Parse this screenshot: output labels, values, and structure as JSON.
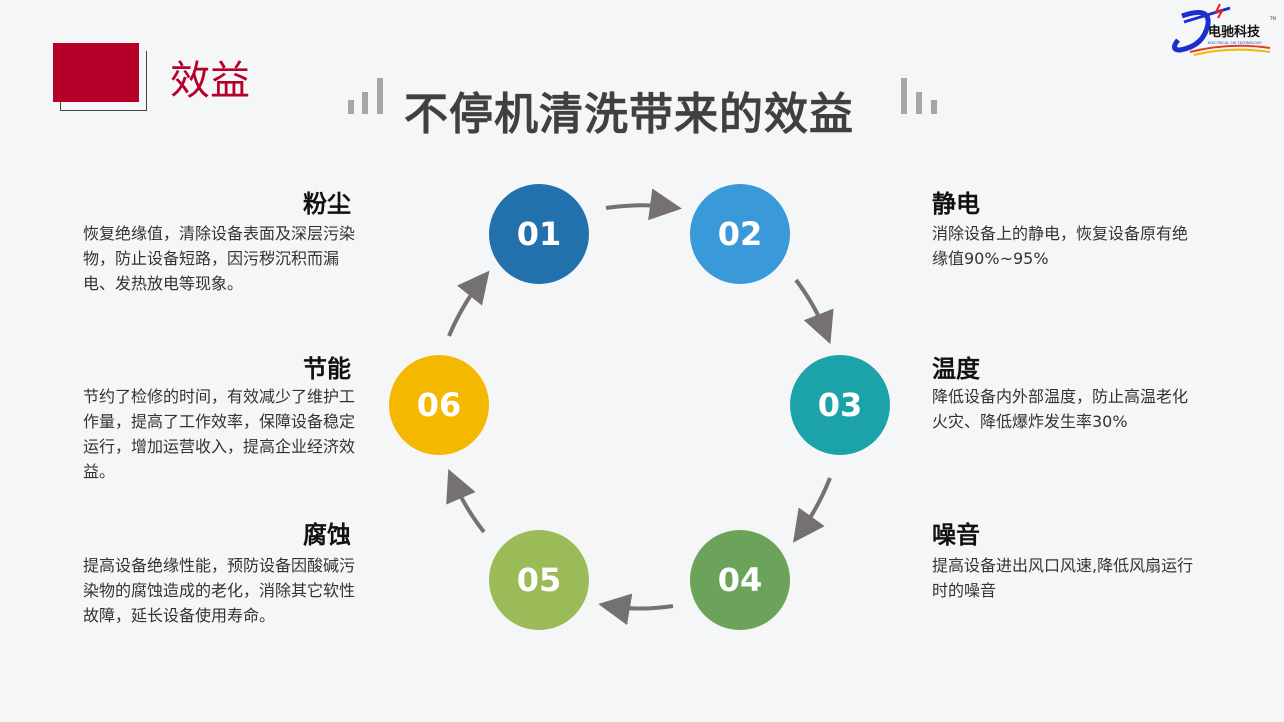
{
  "section_label": "效益",
  "title": "不停机清洗带来的效益",
  "logo": {
    "text": "电驰科技",
    "subtext": "ELECTRICAL CHI TECHNOLOGY",
    "tm": "TM"
  },
  "steps": [
    {
      "num": "01",
      "color": "#2271ad",
      "heading": "粉尘",
      "text": "恢复绝缘值，清除设备表面及深层污染物，防止设备短路，因污秽沉积而漏电、发热放电等现象。"
    },
    {
      "num": "02",
      "color": "#3a9ad9",
      "heading": "静电",
      "text": "消除设备上的静电，恢复设备原有绝缘值90%~95%"
    },
    {
      "num": "03",
      "color": "#1ba3a9",
      "heading": "温度",
      "text": "降低设备内外部温度，防止高温老化火灾、降低爆炸发生率30%"
    },
    {
      "num": "04",
      "color": "#6ca35a",
      "heading": "噪音",
      "text": "提高设备进出风口风速,降低风扇运行时的噪音"
    },
    {
      "num": "05",
      "color": "#9bbb59",
      "heading": "腐蚀",
      "text": "提高设备绝缘性能，预防设备因酸碱污染物的腐蚀造成的老化，消除其它软性故障，延长设备使用寿命。"
    },
    {
      "num": "06",
      "color": "#f5b800",
      "heading": "节能",
      "text": "节约了检修的时间，有效减少了维护工作量，提高了工作效率，保障设备稳定运行，增加运营收入，提高企业经济效益。"
    }
  ]
}
